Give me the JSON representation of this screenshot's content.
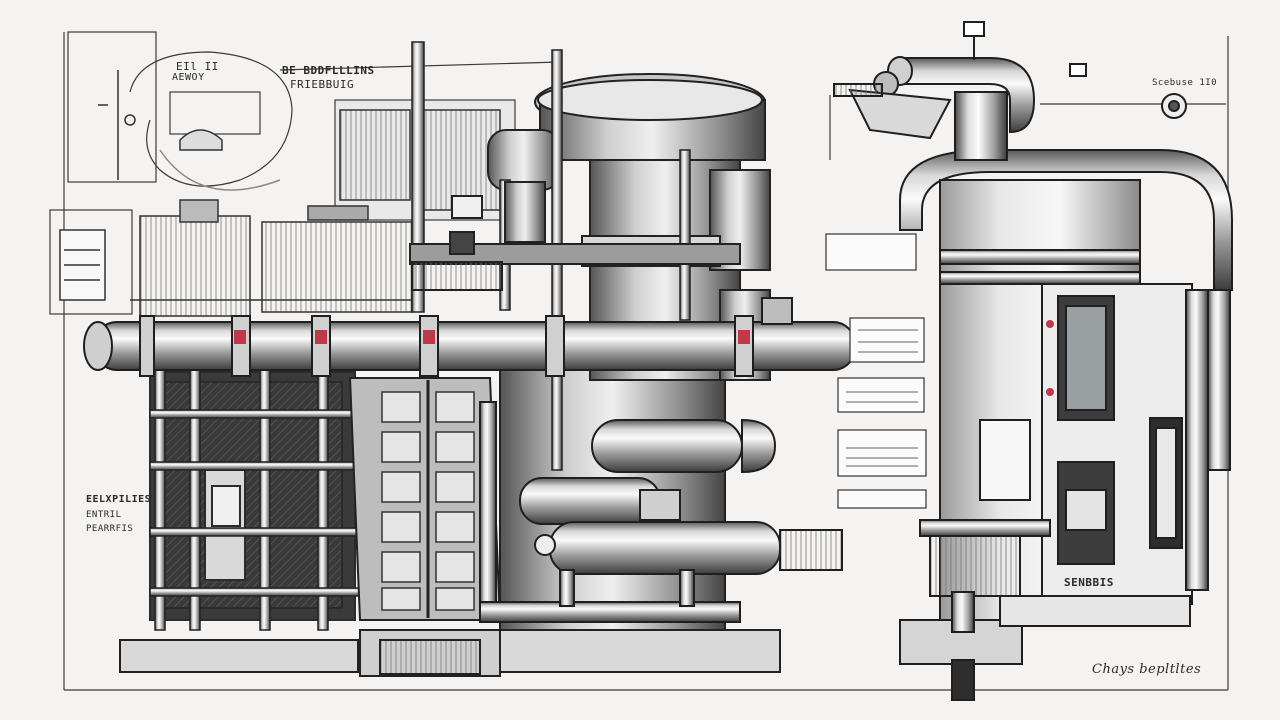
{
  "drawing": {
    "annotations": {
      "topleft_1": "EIl II",
      "topleft_2": "AEWOY",
      "top_center_1": "BE BDDFLLLINS",
      "top_center_2": "FRIEBBUIG",
      "top_right": "Scebuse 1I0",
      "side_note_1": "EELXPILIES",
      "side_note_2": "ENTRIL",
      "side_note_3": "PEARRFIS",
      "nameplate": "SENBBIS"
    },
    "signature": "Chays bepltltes",
    "colors": {
      "paper": "#f4f3f1",
      "ink": "#2a2a2a",
      "accent_red": "#c0394a"
    }
  }
}
